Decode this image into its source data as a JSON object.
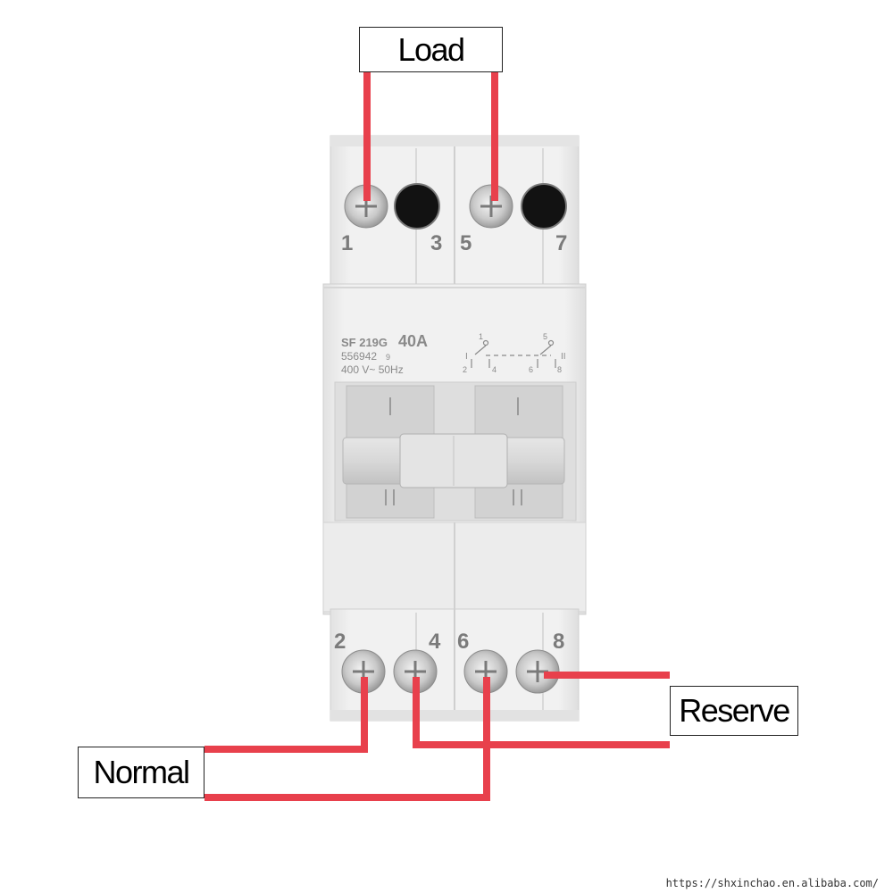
{
  "labels": {
    "load": "Load",
    "reserve": "Reserve",
    "normal": "Normal"
  },
  "device": {
    "model": "SF 219G",
    "rating": "40A",
    "part_number": "556942",
    "part_suffix": "9",
    "voltage": "400 V~ 50Hz",
    "terminals_top": [
      "1",
      "3",
      "5",
      "7"
    ],
    "terminals_bottom": [
      "2",
      "4",
      "6",
      "8"
    ],
    "schematic": {
      "pos_one": "I",
      "pos_two": "II",
      "top_pins": [
        "1",
        "5"
      ],
      "bottom_pins": [
        "2",
        "4",
        "6",
        "8"
      ]
    }
  },
  "watermark": "https://shxinchao.en.alibaba.com/",
  "colors": {
    "wire": "#e8404c",
    "wire_edge": "#c92b38",
    "body": "#eeeeee",
    "body_shadow": "#d4d4d4",
    "terminal_text": "#7b7b7b"
  }
}
